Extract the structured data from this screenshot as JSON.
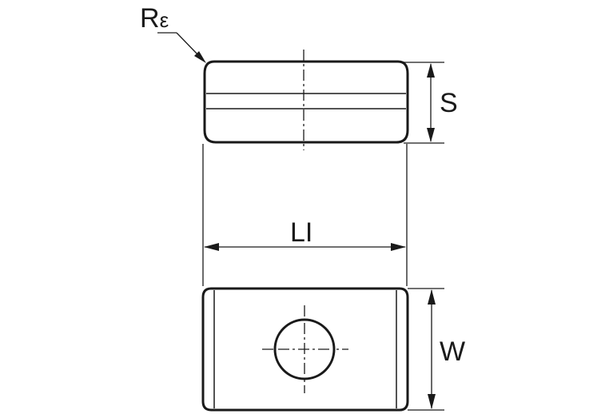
{
  "labels": {
    "corner_radius": "R",
    "corner_radius_subscript": "ε",
    "length": "LI",
    "thickness": "S",
    "width": "W"
  },
  "style": {
    "line_color": "#1a1a1a",
    "background": "#ffffff"
  }
}
